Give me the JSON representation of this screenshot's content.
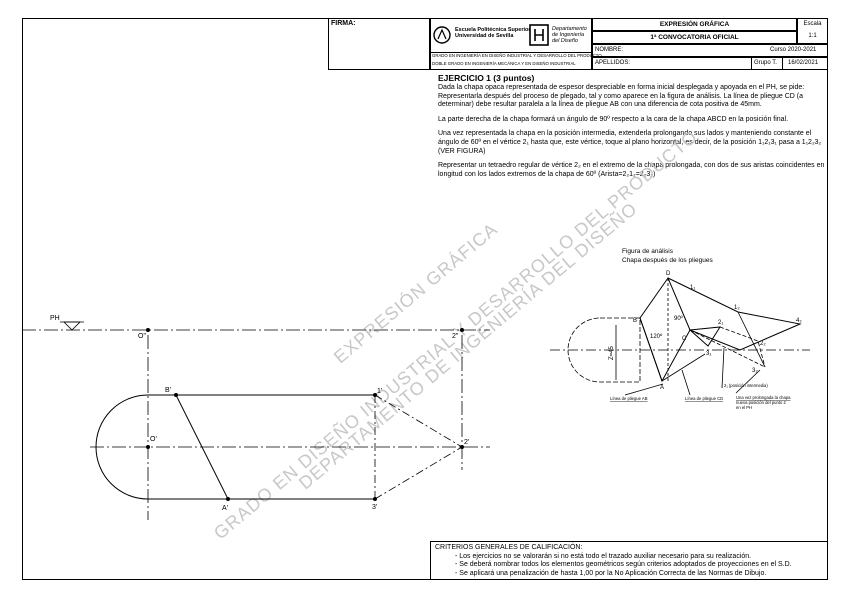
{
  "header": {
    "firma_label": "FIRMA:",
    "university_line1": "Escuela Politécnica Superior",
    "university_line2": "Universidad de Sevilla",
    "dept_line1": "Departamento",
    "dept_line2": "de Ingeniería",
    "dept_line3": "del Diseño",
    "degree_line1": "GRADO EN INGENIERÍA EN DISEÑO INDUSTRIAL Y DESARROLLO DEL PRODUCTO",
    "degree_line2": "DOBLE GRADO EN INGENIERÍA MECÁNICA Y EN DISEÑO INDUSTRIAL",
    "subject": "EXPRESIÓN GRÁFICA",
    "call": "1ª CONVOCATORIA OFICIAL",
    "scale_label": "Escala",
    "scale_value": "1:1",
    "name_label": "NOMBRE:",
    "surname_label": "APELLIDOS:",
    "course": "Curso 2020-2021",
    "group_label": "Grupo T.",
    "date": "16/02/2021"
  },
  "exercise": {
    "title": "EJERCICIO 1 (3 puntos)",
    "p1": "Dada la chapa opaca representada de espesor despreciable en forma inicial desplegada y apoyada en el PH, se pide: Representarla después del proceso de plegado, tal y como aparece en la figura de análisis. La línea de pliegue CD (a determinar) debe resultar paralela a la línea de pliegue AB con una diferencia de cota positiva de 45mm.",
    "p2": "La parte derecha de la chapa formará un ángulo de 90º respecto a la cara de la chapa ABCD en la posición final.",
    "p3": "Una vez representada la chapa en la posición intermedia, extenderla prolongando sus lados y manteniendo constante el ángulo de 60º en el vértice 2₁ hasta que, este vértice, toque al plano horizontal, es decir, de la posición 1₁2₁3₁ pasa a 1₁2₂3₂ (VER FIGURA)",
    "p4": "Representar un tetraedro regular de vértice 2₂ en el extremo de la chapa prolongada, con dos de sus aristas coincidentes en longitud con los lados extremos de la chapa de 60º (Arista=2₂1₂=2₂3₂)"
  },
  "analysis": {
    "title1": "Figura de análisis",
    "title2": "Chapa después de los pliegues",
    "z_label": "Z=45",
    "angle90": "90º",
    "angle120": "120º",
    "pts": {
      "D": "D",
      "B": "B",
      "C": "C",
      "A": "A",
      "p11": "1₁",
      "p12": "1₂",
      "p21": "2₁",
      "p22": "2₂",
      "p31": "3₁",
      "p32": "3₂",
      "p4": "4₂"
    },
    "lbl_ab": "Línea de pliegue AB",
    "lbl_cd": "Línea de pliegue CD",
    "lbl_pos": "2₁ (posición intermedia)",
    "lbl_ext1": "Una vez prolongada la chapa",
    "lbl_ext2": "nueva posición del punto 2",
    "lbl_ext3": "en el PH"
  },
  "drawing": {
    "ph": "PH",
    "o_top": "O\"",
    "p2_top": "2\"",
    "b_prime": "B'",
    "p1_prime": "1'",
    "o_prime": "O'",
    "p2_prime": "2'",
    "a_prime": "A'",
    "p3_prime": "3'"
  },
  "watermark": {
    "line1": "EXPRESIÓN GRÁFICA",
    "line2": "GRADO EN DISEÑO INDUSTRIAL Y DESARROLLO DEL PRODUCTO",
    "line3": "DEPARTAMENTO DE INGENIERÍA DEL DISEÑO"
  },
  "criteria": {
    "title": "CRITERIOS GENERALES DE CALIFICACIÓN:",
    "item1": "- Los ejercicios no se valorarán si no está todo el trazado auxiliar necesario para su realización.",
    "item2": "- Se deberá nombrar todos los elementos geométricos según criterios adoptados de proyecciones en el S.D.",
    "item3": "- Se aplicará una penalización de hasta 1,00 por la No Aplicación Correcta de las Normas de Dibujo."
  }
}
